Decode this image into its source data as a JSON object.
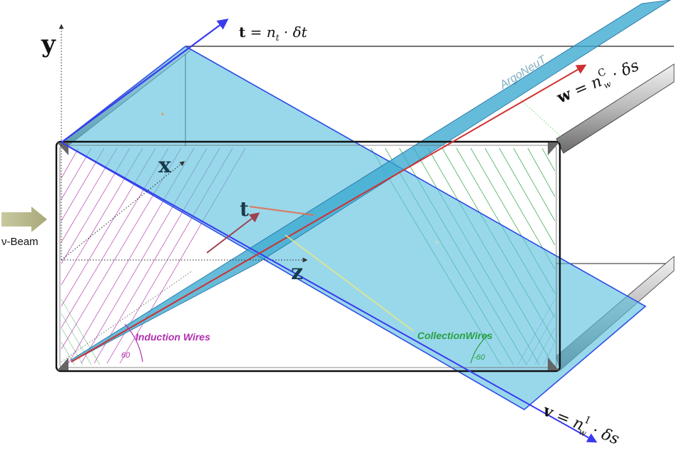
{
  "axes": {
    "y": "y",
    "x": "x",
    "z": "z",
    "t_small": "t"
  },
  "beam": {
    "label": "ν-Beam"
  },
  "equations": {
    "t_axis": {
      "lhs": "t",
      "eq": " = n",
      "sub": "t",
      "rest": " · δt"
    },
    "w_axis": {
      "lhs": "w",
      "eq": " = n",
      "sup": "C",
      "sub": "w",
      "rest": " · δs"
    },
    "v_axis": {
      "lhs": "v",
      "eq": " = n",
      "sup": "I",
      "sub": "w",
      "rest": " · δs"
    }
  },
  "wire_planes": {
    "induction": {
      "label": "Induction Wires",
      "angle": "60",
      "color": "#b030b0"
    },
    "collection": {
      "label": "CollectionWires",
      "angle": "-60",
      "color": "#28a040"
    }
  },
  "detector_name": "ArgoNeuT",
  "colors": {
    "plane_fill": "#5bc0de",
    "plane_edge": "#3050e0",
    "arrow_blue": "#3a3af0",
    "arrow_red": "#d03030",
    "box_edge": "#111111"
  }
}
